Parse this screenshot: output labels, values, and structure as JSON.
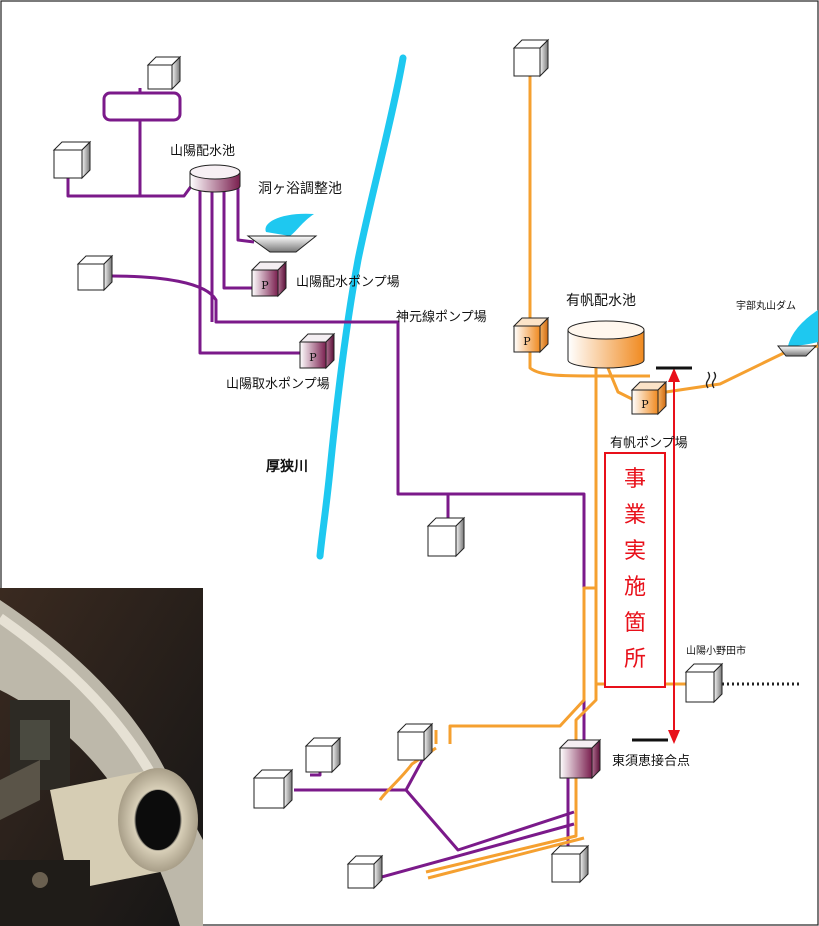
{
  "labels": {
    "sanyo_reservoir": "山陽配水池",
    "horagaeki_pond": "洞ヶ浴調整池",
    "sanyo_distribution_pump": "山陽配水ポンプ場",
    "kamimoto_pump": "神元線ポンプ場",
    "ariho_reservoir": "有帆配水池",
    "ube_maruyama_dam": "宇部丸山ダム",
    "sanyo_intake_pump": "山陽取水ポンプ場",
    "asa_river": "厚狭川",
    "ariho_pump": "有帆ポンプ場",
    "sanyo_onoda_city": "山陽小野田市",
    "higashi_sue_junction": "東須恵接合点"
  },
  "project_box": {
    "chars": [
      "事",
      "業",
      "実",
      "施",
      "箇",
      "所"
    ],
    "color": "#e8101a"
  },
  "pump_letter": "P",
  "colors": {
    "purple_line": "#7b1a8a",
    "orange_line": "#f5a030",
    "river": "#1ec8f0",
    "red": "#e8101a"
  }
}
